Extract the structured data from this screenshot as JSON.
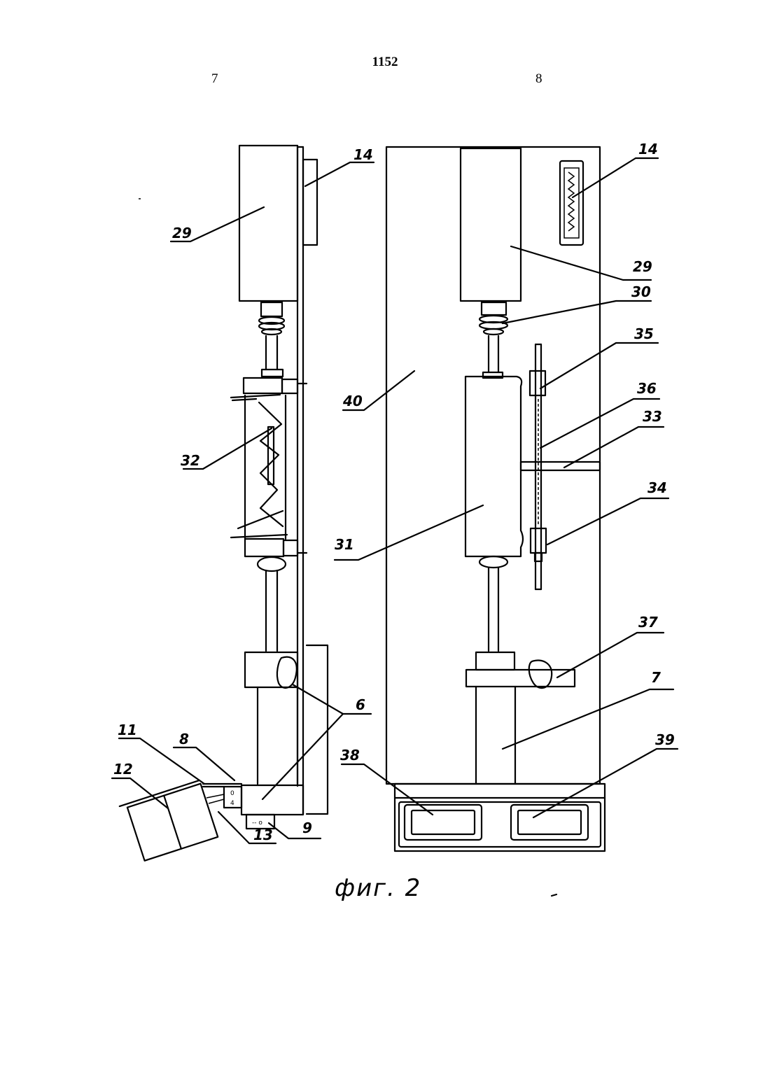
{
  "header": {
    "page_number": "1152",
    "column_left": "7",
    "column_right": "8"
  },
  "figure": {
    "caption": "фиг. 2",
    "labels": {
      "l14a": "14",
      "l29a": "29",
      "l32": "32",
      "l6": "6",
      "l11": "11",
      "l8": "8",
      "l12": "12",
      "l13": "13",
      "l9": "9",
      "l14b": "14",
      "l29b": "29",
      "l30": "30",
      "l35": "35",
      "l40": "40",
      "l36": "36",
      "l33": "33",
      "l34": "34",
      "l31": "31",
      "l37": "37",
      "l7": "7",
      "l38": "38",
      "l39": "39"
    },
    "small_marks": {
      "box8_top": "0",
      "box8_bottom": "4",
      "box13": "-- o"
    }
  }
}
